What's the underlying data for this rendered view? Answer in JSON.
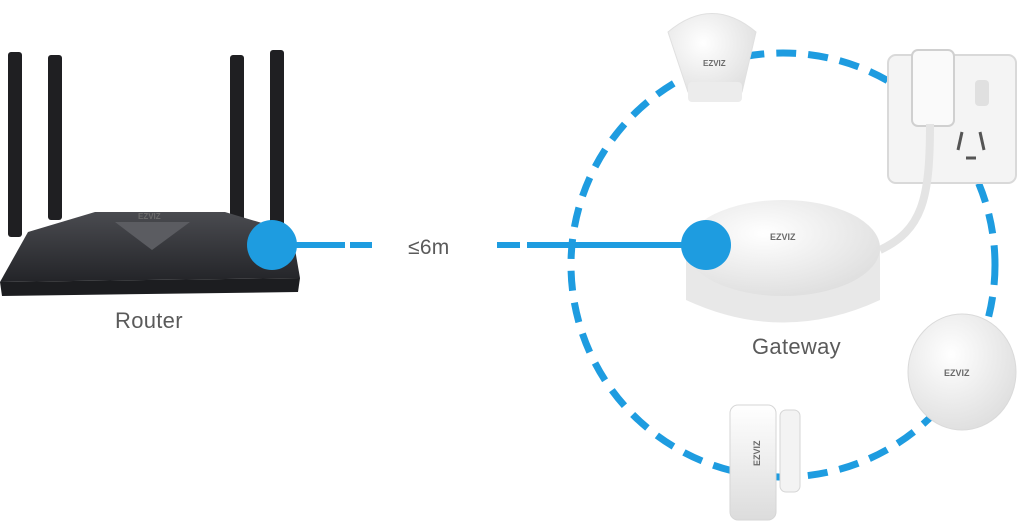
{
  "labels": {
    "router": "Router",
    "distance": "≤6m",
    "gateway": "Gateway"
  },
  "brand_text": "EZVIZ",
  "colors": {
    "accent_blue": "#1e9ce0",
    "label_gray": "#5a5a5a",
    "device_white": "#f2f2f2",
    "router_dark": "#2e2f33"
  },
  "icons": [
    "router-icon",
    "gateway-icon",
    "motion-sensor-icon",
    "smart-plug-icon",
    "smart-button-icon",
    "door-window-sensor-icon"
  ]
}
